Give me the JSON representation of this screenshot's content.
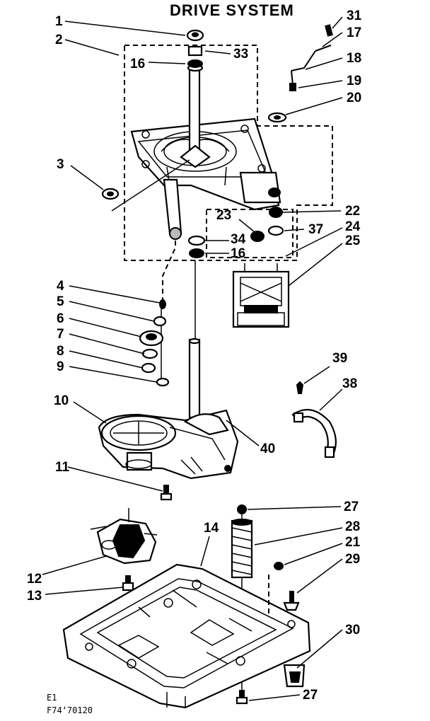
{
  "title": "DRIVE SYSTEM",
  "footer": {
    "line1": "E1",
    "line2": "F74‘70120"
  },
  "callouts": [
    {
      "id": "c1",
      "text": "1"
    },
    {
      "id": "c2",
      "text": "2"
    },
    {
      "id": "c16a",
      "text": "16"
    },
    {
      "id": "c33",
      "text": "33"
    },
    {
      "id": "c31",
      "text": "31"
    },
    {
      "id": "c17",
      "text": "17"
    },
    {
      "id": "c18",
      "text": "18"
    },
    {
      "id": "c19",
      "text": "19"
    },
    {
      "id": "c20",
      "text": "20"
    },
    {
      "id": "c3",
      "text": "3"
    },
    {
      "id": "c22",
      "text": "22"
    },
    {
      "id": "c23",
      "text": "23"
    },
    {
      "id": "c37",
      "text": "37"
    },
    {
      "id": "c34",
      "text": "34"
    },
    {
      "id": "c24",
      "text": "24"
    },
    {
      "id": "c16b",
      "text": "16"
    },
    {
      "id": "c25",
      "text": "25"
    },
    {
      "id": "c4",
      "text": "4"
    },
    {
      "id": "c5",
      "text": "5"
    },
    {
      "id": "c6",
      "text": "6"
    },
    {
      "id": "c7",
      "text": "7"
    },
    {
      "id": "c8",
      "text": "8"
    },
    {
      "id": "c9",
      "text": "9"
    },
    {
      "id": "c39",
      "text": "39"
    },
    {
      "id": "c38",
      "text": "38"
    },
    {
      "id": "c10",
      "text": "10"
    },
    {
      "id": "c40",
      "text": "40"
    },
    {
      "id": "c11",
      "text": "11"
    },
    {
      "id": "c27a",
      "text": "27"
    },
    {
      "id": "c14",
      "text": "14"
    },
    {
      "id": "c28",
      "text": "28"
    },
    {
      "id": "c21",
      "text": "21"
    },
    {
      "id": "c29",
      "text": "29"
    },
    {
      "id": "c12",
      "text": "12"
    },
    {
      "id": "c13",
      "text": "13"
    },
    {
      "id": "c30",
      "text": "30"
    },
    {
      "id": "c27b",
      "text": "27"
    }
  ]
}
